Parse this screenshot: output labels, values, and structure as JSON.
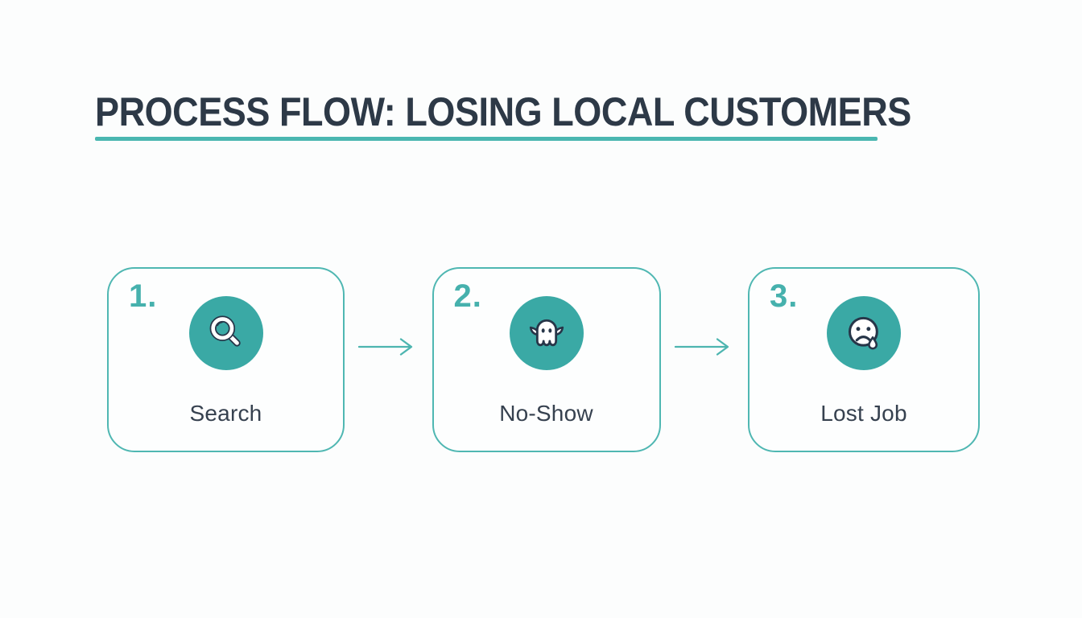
{
  "title": "PROCESS FLOW: LOSING LOCAL CUSTOMERS",
  "steps": [
    {
      "number": "1.",
      "label": "Search",
      "icon": "search-icon"
    },
    {
      "number": "2.",
      "label": "No-Show",
      "icon": "ghost-icon"
    },
    {
      "number": "3.",
      "label": "Lost Job",
      "icon": "sad-face-icon"
    }
  ],
  "connector_icon": "arrow-right-icon",
  "colors": {
    "accent_teal": "#46b1ad",
    "circle_teal": "#3aa9a5",
    "card_border_teal": "#4fb7b2",
    "underline_teal": "#4ab7b1",
    "title_navy": "#2d3947",
    "label_slate": "#36414f",
    "icon_outline_navy": "#273649",
    "background": "#fcfdfd"
  }
}
